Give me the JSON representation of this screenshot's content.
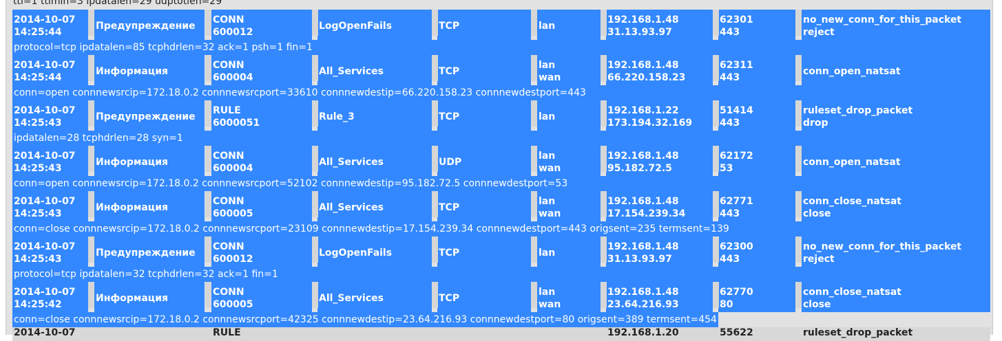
{
  "top_detail": "ttl=1 ttlmin=3 ipdatalen=29 udptotlen=29",
  "rows": [
    {
      "date": "2014-10-07",
      "time": "14:25:44",
      "severity": "Предупреждение",
      "category": "CONN",
      "id": "600012",
      "rule": "LogOpenFails",
      "proto": "TCP",
      "iface1": "lan",
      "iface2": "",
      "src_ip": "192.168.1.48",
      "dst_ip": "31.13.93.97",
      "src_port": "62301",
      "dst_port": "443",
      "event": "no_new_conn_for_this_packet",
      "action": "reject",
      "detail": "protocol=tcp ipdatalen=85 tcphdrlen=32 ack=1 psh=1 fin=1"
    },
    {
      "date": "2014-10-07",
      "time": "14:25:44",
      "severity": "Информация",
      "category": "CONN",
      "id": "600004",
      "rule": "All_Services",
      "proto": "TCP",
      "iface1": "lan",
      "iface2": "wan",
      "src_ip": "192.168.1.48",
      "dst_ip": "66.220.158.23",
      "src_port": "62311",
      "dst_port": "443",
      "event": "conn_open_natsat",
      "action": "",
      "detail": "conn=open connnewsrcip=172.18.0.2 connnewsrcport=33610 connnewdestip=66.220.158.23 connnewdestport=443"
    },
    {
      "date": "2014-10-07",
      "time": "14:25:43",
      "severity": "Предупреждение",
      "category": "RULE",
      "id": "6000051",
      "rule": "Rule_3",
      "proto": "TCP",
      "iface1": "lan",
      "iface2": "",
      "src_ip": "192.168.1.22",
      "dst_ip": "173.194.32.169",
      "src_port": "51414",
      "dst_port": "443",
      "event": "ruleset_drop_packet",
      "action": "drop",
      "detail": "ipdatalen=28 tcphdrlen=28 syn=1"
    },
    {
      "date": "2014-10-07",
      "time": "14:25:43",
      "severity": "Информация",
      "category": "CONN",
      "id": "600004",
      "rule": "All_Services",
      "proto": "UDP",
      "iface1": "lan",
      "iface2": "wan",
      "src_ip": "192.168.1.48",
      "dst_ip": "95.182.72.5",
      "src_port": "62172",
      "dst_port": "53",
      "event": "conn_open_natsat",
      "action": "",
      "detail": "conn=open connnewsrcip=172.18.0.2 connnewsrcport=52102 connnewdestip=95.182.72.5 connnewdestport=53"
    },
    {
      "date": "2014-10-07",
      "time": "14:25:43",
      "severity": "Информация",
      "category": "CONN",
      "id": "600005",
      "rule": "All_Services",
      "proto": "TCP",
      "iface1": "lan",
      "iface2": "wan",
      "src_ip": "192.168.1.48",
      "dst_ip": "17.154.239.34",
      "src_port": "62771",
      "dst_port": "443",
      "event": "conn_close_natsat",
      "action": "close",
      "detail": "conn=close connnewsrcip=172.18.0.2 connnewsrcport=23109 connnewdestip=17.154.239.34 connnewdestport=443 origsent=235 termsent=139"
    },
    {
      "date": "2014-10-07",
      "time": "14:25:43",
      "severity": "Предупреждение",
      "category": "CONN",
      "id": "600012",
      "rule": "LogOpenFails",
      "proto": "TCP",
      "iface1": "lan",
      "iface2": "",
      "src_ip": "192.168.1.48",
      "dst_ip": "31.13.93.97",
      "src_port": "62300",
      "dst_port": "443",
      "event": "no_new_conn_for_this_packet",
      "action": "reject",
      "detail": "protocol=tcp ipdatalen=32 tcphdrlen=32 ack=1 fin=1"
    },
    {
      "date": "2014-10-07",
      "time": "14:25:42",
      "severity": "Информация",
      "category": "CONN",
      "id": "600005",
      "rule": "All_Services",
      "proto": "TCP",
      "iface1": "lan",
      "iface2": "wan",
      "src_ip": "192.168.1.48",
      "dst_ip": "23.64.216.93",
      "src_port": "62770",
      "dst_port": "80",
      "event": "conn_close_natsat",
      "action": "close",
      "detail": "conn=close connnewsrcip=172.18.0.2 connnewsrcport=42325 connnewdestip=23.64.216.93 connnewdestport=80 origsent=389 termsent=454"
    }
  ],
  "partial_row": {
    "date": "2014-10-07",
    "category": "RULE",
    "src_ip": "192.168.1.20",
    "src_port": "55622",
    "event": "ruleset_drop_packet"
  },
  "colors": {
    "selection": "#3388ff",
    "background": "#e2e2e2"
  }
}
